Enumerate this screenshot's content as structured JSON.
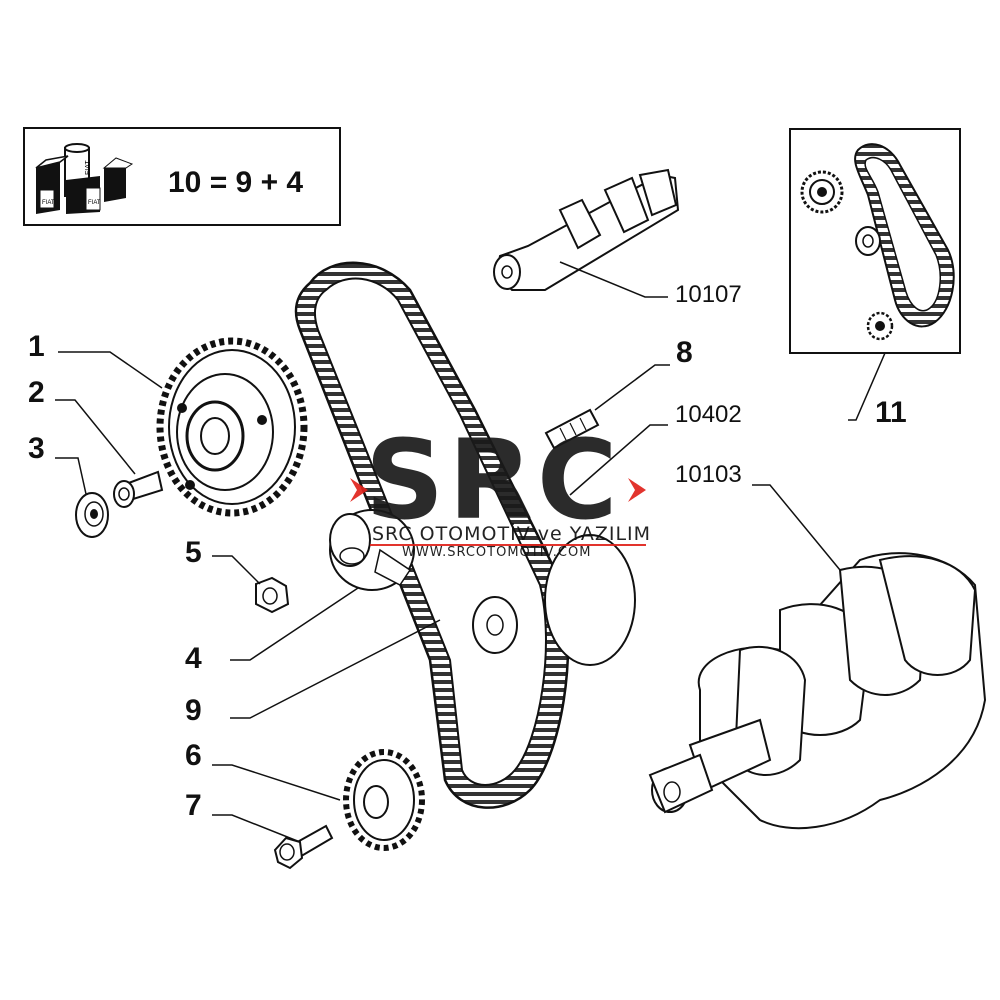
{
  "kit_box": {
    "equation": "10 = 9 + 4",
    "icon": "fiat-kit-boxes-icon",
    "box_labels": [
      "FIAT",
      "FIAT",
      "FIAT"
    ]
  },
  "callouts": {
    "c1": "1",
    "c2": "2",
    "c3": "3",
    "c4": "4",
    "c5": "5",
    "c6": "6",
    "c7": "7",
    "c8": "8",
    "c9": "9",
    "c11": "11",
    "c10107": "10107",
    "c10402": "10402",
    "c10103": "10103"
  },
  "watermark": {
    "logo": "SRC",
    "company": "SRC OTOMOTİV ve YAZILIM",
    "url": "WWW.SRCOTOMOTIV.COM",
    "accent_color": "#e0231c"
  }
}
